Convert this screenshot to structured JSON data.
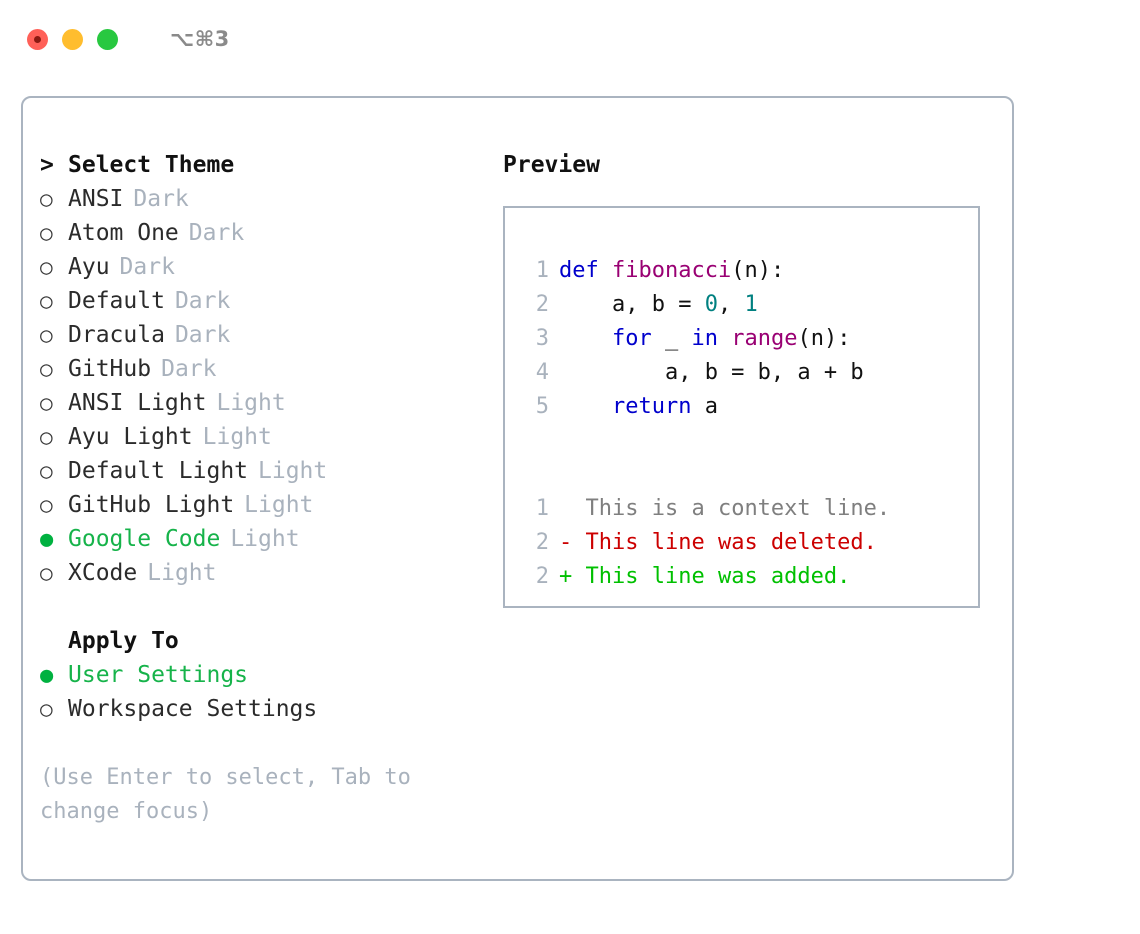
{
  "window": {
    "title": "⌥⌘3",
    "traffic_lights": [
      "close",
      "minimize",
      "maximize"
    ]
  },
  "colors": {
    "border": "#aab4c0",
    "selected_green": "#16b34a",
    "bullet_green": "#00b140",
    "muted": "#a9b2bd",
    "keyword_blue": "#0000cc",
    "function_magenta": "#990073",
    "number_teal": "#008080",
    "diff_deleted": "#cc0000",
    "diff_added": "#00c000",
    "diff_context": "#7f7f7f"
  },
  "theme_picker": {
    "heading": "Select Theme",
    "prompt": ">",
    "bullet_unselected": "○",
    "bullet_selected": "●",
    "items": [
      {
        "name": "ANSI",
        "variant": "Dark",
        "selected": false
      },
      {
        "name": "Atom One",
        "variant": "Dark",
        "selected": false
      },
      {
        "name": "Ayu",
        "variant": "Dark",
        "selected": false
      },
      {
        "name": "Default",
        "variant": "Dark",
        "selected": false
      },
      {
        "name": "Dracula",
        "variant": "Dark",
        "selected": false
      },
      {
        "name": "GitHub",
        "variant": "Dark",
        "selected": false
      },
      {
        "name": "ANSI Light",
        "variant": "Light",
        "selected": false
      },
      {
        "name": "Ayu Light",
        "variant": "Light",
        "selected": false
      },
      {
        "name": "Default Light",
        "variant": "Light",
        "selected": false
      },
      {
        "name": "GitHub Light",
        "variant": "Light",
        "selected": false
      },
      {
        "name": "Google Code",
        "variant": "Light",
        "selected": true
      },
      {
        "name": "XCode",
        "variant": "Light",
        "selected": false
      }
    ]
  },
  "apply_to": {
    "heading": "Apply To",
    "items": [
      {
        "name": "User Settings",
        "selected": true
      },
      {
        "name": "Workspace Settings",
        "selected": false
      }
    ]
  },
  "hint": "(Use Enter to select, Tab to change focus)",
  "preview": {
    "title": "Preview",
    "code_lines": [
      {
        "lineno": "1",
        "tokens": [
          {
            "text": "def ",
            "type": "kw"
          },
          {
            "text": "fibonacci",
            "type": "fn"
          },
          {
            "text": "(n):",
            "type": "punc"
          }
        ]
      },
      {
        "lineno": "2",
        "tokens": [
          {
            "text": "    a, b = ",
            "type": "plain"
          },
          {
            "text": "0",
            "type": "num"
          },
          {
            "text": ", ",
            "type": "plain"
          },
          {
            "text": "1",
            "type": "num"
          }
        ]
      },
      {
        "lineno": "3",
        "tokens": [
          {
            "text": "    for",
            "type": "kw"
          },
          {
            "text": " _ ",
            "type": "plain"
          },
          {
            "text": "in ",
            "type": "kw"
          },
          {
            "text": "range",
            "type": "fn"
          },
          {
            "text": "(n):",
            "type": "punc"
          }
        ]
      },
      {
        "lineno": "4",
        "tokens": [
          {
            "text": "        a, b = b, a + b",
            "type": "plain"
          }
        ]
      },
      {
        "lineno": "5",
        "tokens": [
          {
            "text": "    return",
            "type": "kw"
          },
          {
            "text": " a",
            "type": "plain"
          }
        ]
      }
    ],
    "diff_lines": [
      {
        "lineno": "1",
        "marker": " ",
        "text": "This is a context line.",
        "type": "ctx"
      },
      {
        "lineno": "2",
        "marker": "-",
        "text": "This line was deleted.",
        "type": "del"
      },
      {
        "lineno": "2",
        "marker": "+",
        "text": "This line was added.",
        "type": "add"
      }
    ]
  }
}
